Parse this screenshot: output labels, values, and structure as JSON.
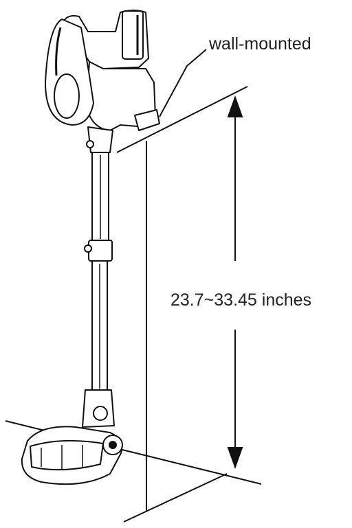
{
  "annotations": {
    "wall_mount_label": "wall-mounted",
    "height_range_label": "23.7~33.45 inches"
  },
  "icons": {
    "vacuum": "stick-vacuum-illustration",
    "dimension": "double-headed-arrow"
  },
  "colors": {
    "line": "#111111",
    "background": "#ffffff"
  }
}
